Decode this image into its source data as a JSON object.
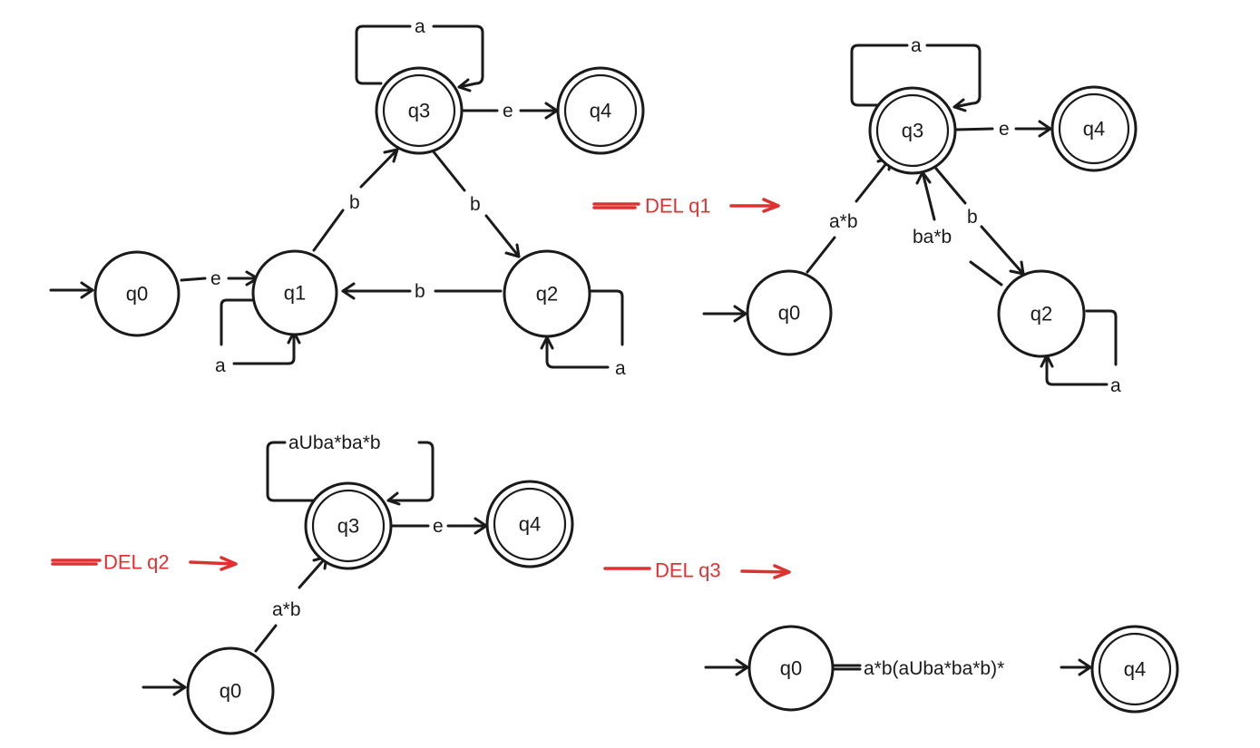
{
  "accent_color": "#e03131",
  "ink_color": "#1a1a1a",
  "diagrams": [
    {
      "id": "original",
      "states": [
        {
          "id": "q0",
          "label": "q0",
          "start": true,
          "accept": false
        },
        {
          "id": "q1",
          "label": "q1",
          "start": false,
          "accept": false
        },
        {
          "id": "q2",
          "label": "q2",
          "start": false,
          "accept": false
        },
        {
          "id": "q3",
          "label": "q3",
          "start": false,
          "accept": true
        },
        {
          "id": "q4",
          "label": "q4",
          "start": false,
          "accept": true
        }
      ],
      "transitions": [
        {
          "from": "q0",
          "to": "q1",
          "label": "e"
        },
        {
          "from": "q1",
          "to": "q1",
          "label": "a"
        },
        {
          "from": "q1",
          "to": "q3",
          "label": "b"
        },
        {
          "from": "q3",
          "to": "q3",
          "label": "a"
        },
        {
          "from": "q3",
          "to": "q4",
          "label": "e"
        },
        {
          "from": "q3",
          "to": "q2",
          "label": "b"
        },
        {
          "from": "q2",
          "to": "q1",
          "label": "b"
        },
        {
          "from": "q2",
          "to": "q2",
          "label": "a"
        }
      ]
    },
    {
      "id": "after-del-q1",
      "step_label": "DEL q1",
      "states": [
        {
          "id": "q0",
          "label": "q0",
          "start": true,
          "accept": false
        },
        {
          "id": "q2",
          "label": "q2",
          "start": false,
          "accept": false
        },
        {
          "id": "q3",
          "label": "q3",
          "start": false,
          "accept": true
        },
        {
          "id": "q4",
          "label": "q4",
          "start": false,
          "accept": true
        }
      ],
      "transitions": [
        {
          "from": "q0",
          "to": "q3",
          "label": "a*b"
        },
        {
          "from": "q3",
          "to": "q3",
          "label": "a"
        },
        {
          "from": "q3",
          "to": "q4",
          "label": "e"
        },
        {
          "from": "q3",
          "to": "q2",
          "label": "b"
        },
        {
          "from": "q2",
          "to": "q3",
          "label": "ba*b"
        },
        {
          "from": "q2",
          "to": "q2",
          "label": "a"
        }
      ]
    },
    {
      "id": "after-del-q2",
      "step_label": "DEL q2",
      "states": [
        {
          "id": "q0",
          "label": "q0",
          "start": true,
          "accept": false
        },
        {
          "id": "q3",
          "label": "q3",
          "start": false,
          "accept": true
        },
        {
          "id": "q4",
          "label": "q4",
          "start": false,
          "accept": true
        }
      ],
      "transitions": [
        {
          "from": "q0",
          "to": "q3",
          "label": "a*b"
        },
        {
          "from": "q3",
          "to": "q3",
          "label": "aUba*ba*b"
        },
        {
          "from": "q3",
          "to": "q4",
          "label": "e"
        }
      ]
    },
    {
      "id": "after-del-q3",
      "step_label": "DEL q3",
      "states": [
        {
          "id": "q0",
          "label": "q0",
          "start": true,
          "accept": false
        },
        {
          "id": "q4",
          "label": "q4",
          "start": false,
          "accept": true
        }
      ],
      "transitions": [
        {
          "from": "q0",
          "to": "q4",
          "label": "a*b(aUba*ba*b)*"
        }
      ]
    }
  ]
}
